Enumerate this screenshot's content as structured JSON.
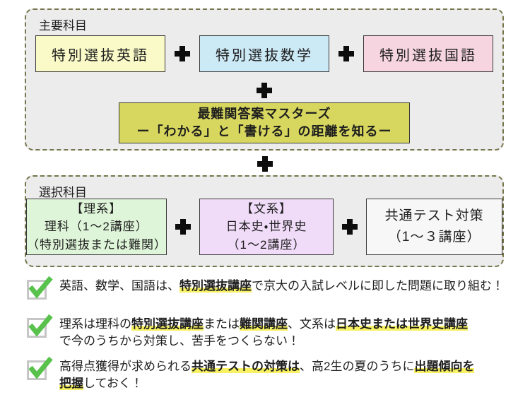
{
  "palette": {
    "panel_bg": "#ececec",
    "panel_border": "#75754b",
    "box_border": "#3a3a3a",
    "plus": "#0d0d0d",
    "text": "#1e1e1e",
    "highlight_yellow": "#f7f163",
    "check_green": "#58c24c",
    "checkbox_border": "#c6c6c6",
    "box_yellow": "#fafac9",
    "box_blue": "#cce9f6",
    "box_pink": "#f6d5e1",
    "box_olive": "#d7d75f",
    "box_green": "#dff5d9",
    "box_purple": "#f0dbf8",
    "box_white": "#f7f7f7"
  },
  "main_section": {
    "label": "主要科目",
    "courses": [
      {
        "label": "特別選抜英語"
      },
      {
        "label": "特別選抜数学"
      },
      {
        "label": "特別選抜国語"
      }
    ],
    "master_course": {
      "line1": "最難関答案マスターズ",
      "line2": "ー「わかる」と「書ける」の距離を知るー"
    }
  },
  "elective_section": {
    "label": "選択科目",
    "courses": [
      {
        "line1": "【理系】",
        "line2": "理科（1～2講座）",
        "line3": "（特別選抜または難関）"
      },
      {
        "line1": "【文系】",
        "line2": "日本史・世界史",
        "line3": "（1～2講座）"
      },
      {
        "line1": "共通テスト対策",
        "line2": "（1～３講座）"
      }
    ]
  },
  "notes": [
    {
      "lines": [
        [
          {
            "text": "英語、数学、国語は、",
            "hl": false
          },
          {
            "text": "特別選抜講座",
            "hl": true
          },
          {
            "text": "で京大の入試レベルに即した問題に取り組む！",
            "hl": false
          }
        ]
      ]
    },
    {
      "lines": [
        [
          {
            "text": "理系は理科の",
            "hl": false
          },
          {
            "text": "特別選抜講座",
            "hl": true
          },
          {
            "text": "または",
            "hl": false
          },
          {
            "text": "難関講座",
            "hl": true
          },
          {
            "text": "、文系は",
            "hl": false
          },
          {
            "text": "日本史または世界史講座",
            "hl": true
          }
        ],
        [
          {
            "text": "で今のうちから対策し、苦手をつくらない！",
            "hl": false
          }
        ]
      ]
    },
    {
      "lines": [
        [
          {
            "text": "高得点獲得が求められる",
            "hl": false
          },
          {
            "text": "共通テストの対策は",
            "hl": true
          },
          {
            "text": "、高2生の夏のうちに",
            "hl": false
          },
          {
            "text": "出題傾向を",
            "hl": true
          }
        ],
        [
          {
            "text": "把握",
            "hl": true
          },
          {
            "text": "しておく！",
            "hl": false
          }
        ]
      ]
    }
  ]
}
